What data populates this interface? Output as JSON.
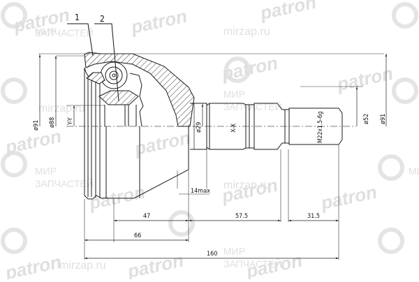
{
  "drawing": {
    "title": "CV joint outer (drive shaft joint) dimensional drawing",
    "callouts": [
      {
        "id": "callout-1",
        "label": "1"
      },
      {
        "id": "callout-2",
        "label": "2"
      }
    ],
    "dimensions": {
      "outer_diameter_left": "ø91",
      "inner_diameter": "ø88",
      "axis_y": "Y-Y",
      "shaft_diameter": "ø29",
      "axis_x": "X-X",
      "thread": "M22x1.5-6g",
      "spline_diameter": "ø52",
      "outer_diameter_right": "ø91",
      "gap": "14max",
      "len_47": "47",
      "len_57_5": "57.5",
      "len_31_5": "31.5",
      "len_66": "66",
      "len_160": "160"
    },
    "line_color": "#1a1a1a",
    "hatch_color": "#333333"
  },
  "watermarks": {
    "brand": "patron",
    "site": "mirzap.ru",
    "ru_line1": "МИР",
    "ru_line2": "ЗАПЧАСТЕЙ",
    "color": "#d9d9d9"
  }
}
